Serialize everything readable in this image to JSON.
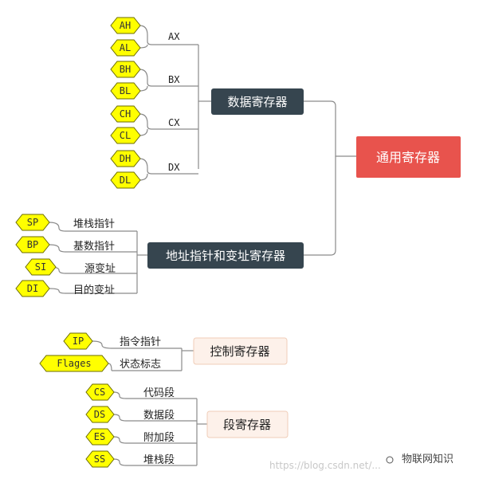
{
  "root": {
    "label": "通用寄存器",
    "color": "#e8534d"
  },
  "data_registers": {
    "label": "数据寄存器",
    "groups": [
      {
        "name": "AX",
        "high": "AH",
        "low": "AL"
      },
      {
        "name": "BX",
        "high": "BH",
        "low": "BL"
      },
      {
        "name": "CX",
        "high": "CH",
        "low": "CL"
      },
      {
        "name": "DX",
        "high": "DH",
        "low": "DL"
      }
    ]
  },
  "pointer_registers": {
    "label": "地址指针和变址寄存器",
    "items": [
      {
        "code": "SP",
        "desc": "堆栈指针"
      },
      {
        "code": "BP",
        "desc": "基数指针"
      },
      {
        "code": "SI",
        "desc": "源变址"
      },
      {
        "code": "DI",
        "desc": "目的变址"
      }
    ]
  },
  "control_registers": {
    "label": "控制寄存器",
    "items": [
      {
        "code": "IP",
        "desc": "指令指针"
      },
      {
        "code": "Flages",
        "desc": "状态标志"
      }
    ]
  },
  "segment_registers": {
    "label": "段寄存器",
    "items": [
      {
        "code": "CS",
        "desc": "代码段"
      },
      {
        "code": "DS",
        "desc": "数据段"
      },
      {
        "code": "ES",
        "desc": "附加段"
      },
      {
        "code": "SS",
        "desc": "堆栈段"
      }
    ]
  },
  "watermark": {
    "url": "https://blog.csdn.net/...",
    "brand": "物联网知识"
  },
  "colors": {
    "hex_fill": "#ffff00",
    "dark_node": "#36454f",
    "light_node": "#fdf1ea"
  }
}
